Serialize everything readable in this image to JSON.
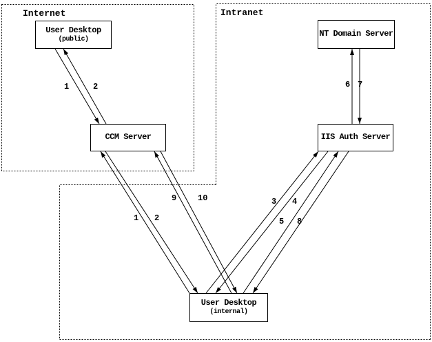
{
  "diagram": {
    "regions": [
      {
        "id": "internet",
        "label": "Internet"
      },
      {
        "id": "intranet",
        "label": "Intranet"
      }
    ],
    "nodes": [
      {
        "id": "user-desktop-public",
        "title": "User Desktop",
        "subtitle": "(public)"
      },
      {
        "id": "ccm-server",
        "title": "CCM Server"
      },
      {
        "id": "nt-domain-server",
        "title": "NT Domain Server"
      },
      {
        "id": "iis-auth-server",
        "title": "IIS Auth Server"
      },
      {
        "id": "user-desktop-internal",
        "title": "User Desktop",
        "subtitle": "(internal)"
      }
    ],
    "edges": [
      {
        "id": "step-1-public-desktop-to-ccm",
        "label": "1"
      },
      {
        "id": "step-2-ccm-to-public-desktop",
        "label": "2"
      },
      {
        "id": "step-1-internal-desktop-to-ccm",
        "label": "1"
      },
      {
        "id": "step-2-ccm-to-internal-desktop",
        "label": "2"
      },
      {
        "id": "step-9-internal-desktop-to-ccm",
        "label": "9"
      },
      {
        "id": "step-10-ccm-to-internal-desktop",
        "label": "10"
      },
      {
        "id": "step-6-iis-to-nt-domain",
        "label": "6"
      },
      {
        "id": "step-7-nt-domain-to-iis",
        "label": "7"
      },
      {
        "id": "step-3-internal-desktop-to-iis",
        "label": "3"
      },
      {
        "id": "step-4-iis-to-internal-desktop",
        "label": "4"
      },
      {
        "id": "step-5-internal-desktop-to-iis",
        "label": "5"
      },
      {
        "id": "step-8-iis-to-internal-desktop",
        "label": "8"
      }
    ],
    "colors": {
      "foreground": "#000000",
      "background": "#ffffff"
    }
  }
}
